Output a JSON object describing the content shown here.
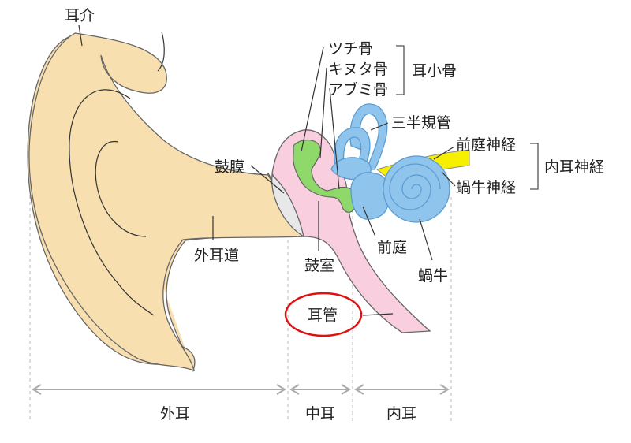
{
  "labels": {
    "auricle": "耳介",
    "malleus": "ツチ骨",
    "incus": "キヌタ骨",
    "stapes": "アブミ骨",
    "ossicles": "耳小骨",
    "semicircular_canals": "三半規管",
    "vestibular_nerve": "前庭神経",
    "cochlear_nerve": "蝸牛神経",
    "vestibulocochlear_nerve": "内耳神経",
    "eardrum": "鼓膜",
    "ear_canal": "外耳道",
    "tympanic_cavity": "鼓室",
    "vestibule": "前庭",
    "cochlea": "蝸牛",
    "eustachian_tube": "耳管"
  },
  "sections": {
    "outer_ear": "外耳",
    "middle_ear": "中耳",
    "inner_ear": "内耳"
  },
  "colors": {
    "outer_ear_fill": "#f8dfb0",
    "middle_ear_fill": "#f9cfe0",
    "ossicle_fill": "#8fd86a",
    "inner_ear_fill": "#8fc4ec",
    "nerve_fill": "#f6f000",
    "eardrum_fill": "#e8e8e8",
    "highlight_circle": "#e01010"
  },
  "highlighted": "eustachian_tube"
}
